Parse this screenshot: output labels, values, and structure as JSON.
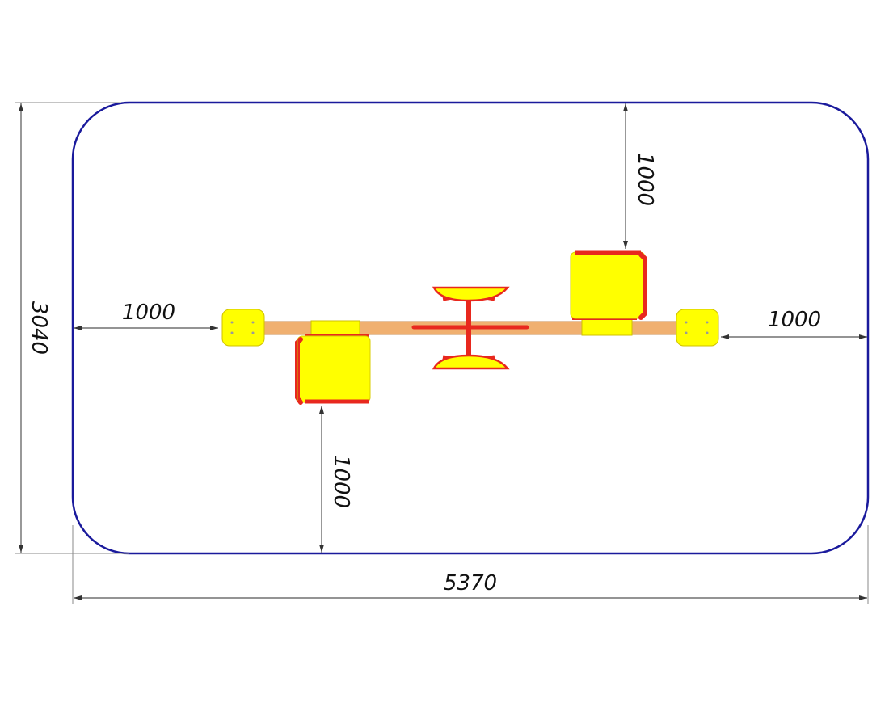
{
  "colors": {
    "zone_border": "#1a1a9c",
    "seat": "#ffff00",
    "seat_edge": "#d8cc00",
    "frame": "#e8281e",
    "beam": "#f0b070",
    "dimension": "#555555"
  },
  "dimensions": {
    "total_width": "5370",
    "total_height": "3040",
    "left_clearance": "1000",
    "right_clearance": "1000",
    "top_clearance": "1000",
    "bottom_clearance": "1000"
  }
}
